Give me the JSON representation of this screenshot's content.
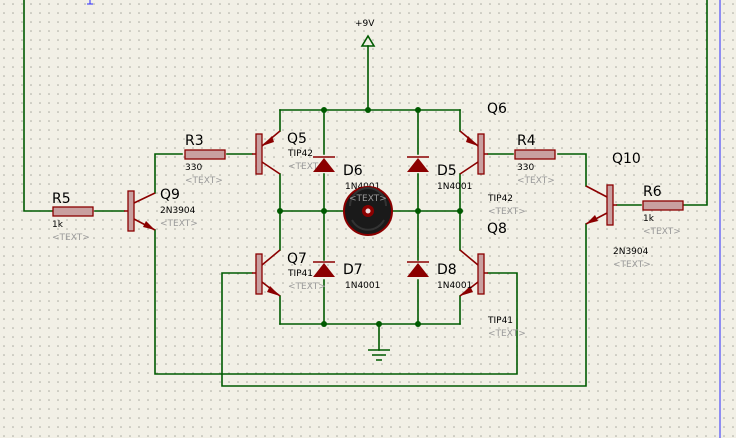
{
  "power": {
    "label": "+9V"
  },
  "placeholder": "<TEXT>",
  "components": {
    "R3": {
      "ref": "R3",
      "value": "330"
    },
    "R4": {
      "ref": "R4",
      "value": "330"
    },
    "R5": {
      "ref": "R5",
      "value": "1k"
    },
    "R6": {
      "ref": "R6",
      "value": "1k"
    },
    "Q5": {
      "ref": "Q5",
      "value": "TIP42"
    },
    "Q6": {
      "ref": "Q6",
      "value": "TIP42"
    },
    "Q7": {
      "ref": "Q7",
      "value": "TIP41"
    },
    "Q8": {
      "ref": "Q8",
      "value": "TIP41"
    },
    "Q9": {
      "ref": "Q9",
      "value": "2N3904"
    },
    "Q10": {
      "ref": "Q10",
      "value": "2N3904"
    },
    "D5": {
      "ref": "D5",
      "value": "1N4001"
    },
    "D6": {
      "ref": "D6",
      "value": "1N4001"
    },
    "D7": {
      "ref": "D7",
      "value": "1N4001"
    },
    "D8": {
      "ref": "D8",
      "value": "1N4001"
    }
  },
  "colors": {
    "wire": "#005a00",
    "component": "#8b0000",
    "background": "#f2f0e6",
    "grid": "#a8a89e"
  }
}
